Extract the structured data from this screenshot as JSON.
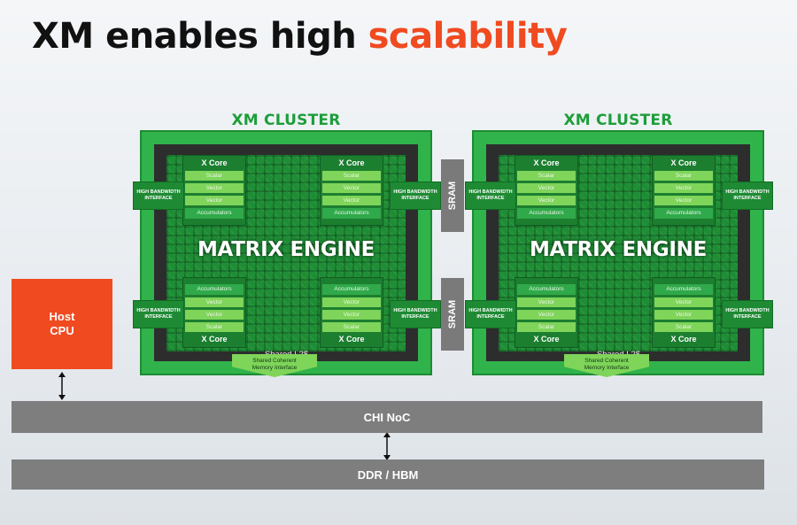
{
  "title": {
    "main": "XM enables high",
    "accent": "scalability"
  },
  "colors": {
    "accent": "#f04a21",
    "cluster_green": "#2fb34a",
    "label_green": "#1e9e3a",
    "bus_gray": "#7e7e7e"
  },
  "cluster": {
    "label": "XM CLUSTER",
    "engine_label": "MATRIX ENGINE",
    "l2_label": "Shared L2$",
    "smi_label_line1": "Shared Coherent",
    "smi_label_line2": "Memory Interface",
    "hbi_label": "HIGH BANDWIDTH INTERFACE",
    "xcore": {
      "title": "X Core",
      "top_units": [
        "Scalar",
        "Vector",
        "Vector",
        "Accumulators"
      ],
      "bottom_units": [
        "Scalar",
        "Vector",
        "Vector",
        "Accumulators"
      ]
    }
  },
  "sram_label": "SRAM",
  "host_cpu": {
    "line1": "Host",
    "line2": "CPU"
  },
  "buses": {
    "noc": "CHI NoC",
    "memory": "DDR / HBM"
  }
}
